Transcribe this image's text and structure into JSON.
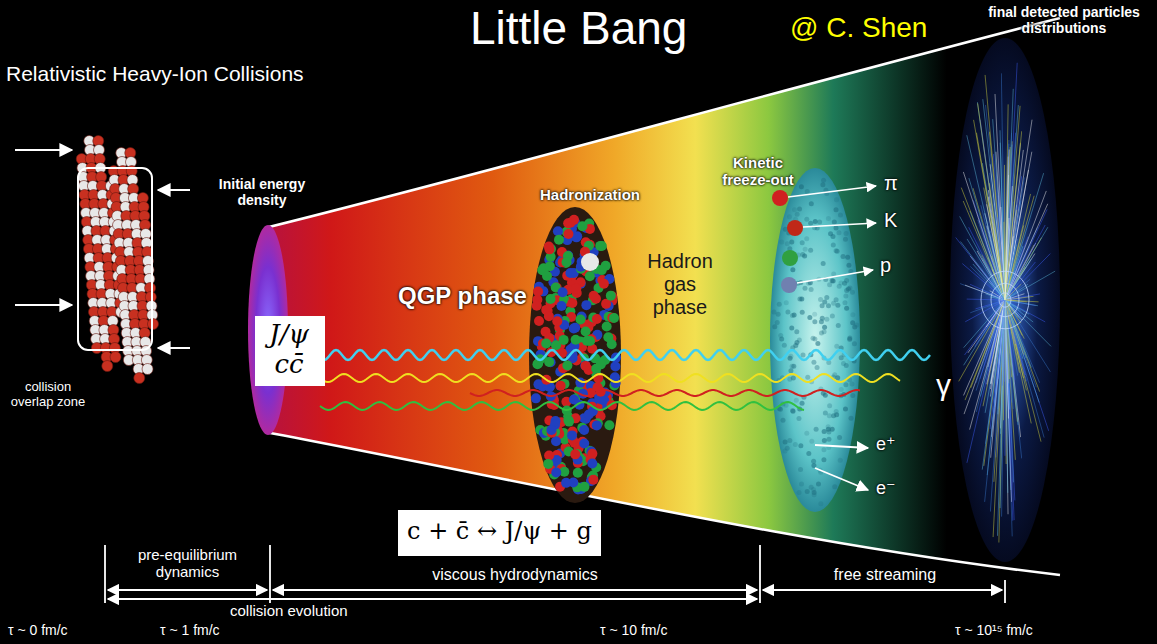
{
  "diagram": {
    "title": "Little Bang",
    "nodes": [
      {
        "text": [
          "J/ψ cc̄"
        ]
      },
      {
        "text": [
          "c + c̄ ↔ J/ψ + g"
        ]
      }
    ],
    "labels": [
      "@ C. Shen",
      "Relativistic Heavy-Ion Collisions",
      "Initial energy density",
      "Hadronization",
      "Kinetic freeze-out",
      "final detected particles distributions",
      "π",
      "K",
      "p",
      "QGP phase",
      "Hadron gas phase",
      "γ",
      "collision overlap zone",
      "e⁺",
      "e⁻",
      "pre-equilibrium dynamics",
      "viscous hydrodynamics",
      "free streaming",
      "collision evolution",
      "τ ~ 0 fm/c",
      "τ ~ 1 fm/c",
      "τ ~ 10 fm/c",
      "τ ~ 10¹⁵ fm/c"
    ]
  }
}
